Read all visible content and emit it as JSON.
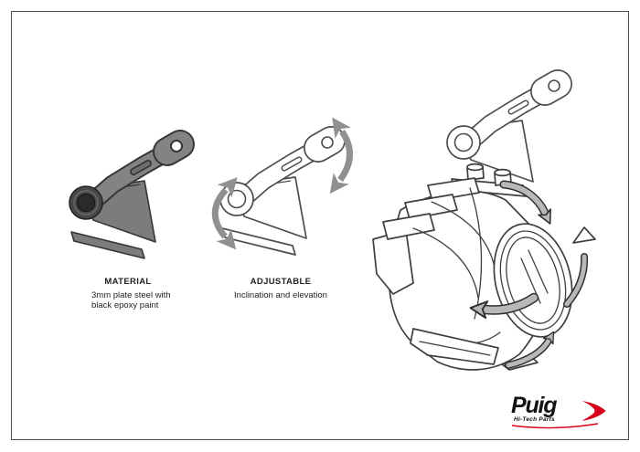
{
  "material_label": {
    "title": "MATERIAL",
    "line1": "3mm plate steel with",
    "line2": "black epoxy paint"
  },
  "adjustable_label": {
    "title": "ADJUSTABLE",
    "subtitle": "Inclination and elevation"
  },
  "logo": {
    "brand": "Puig",
    "tagline": "Hi-Tech Parts"
  },
  "icons": {
    "adjust_arrows": "double-headed-curved-arrow",
    "rotation_arrows": "curved-rotation-arrow"
  },
  "colors": {
    "accent_red": "#d6001c",
    "bracket_fill_gray": "#7c7c7c",
    "bracket_outline_dark": "#363636",
    "line_art_outline": "#4d4d4d",
    "adjust_arrow_gray": "#909090",
    "rotation_arrow_fill": "#b8b8b8",
    "text": "#262223",
    "frame_border": "#4f4f4f",
    "background": "#ffffff"
  }
}
